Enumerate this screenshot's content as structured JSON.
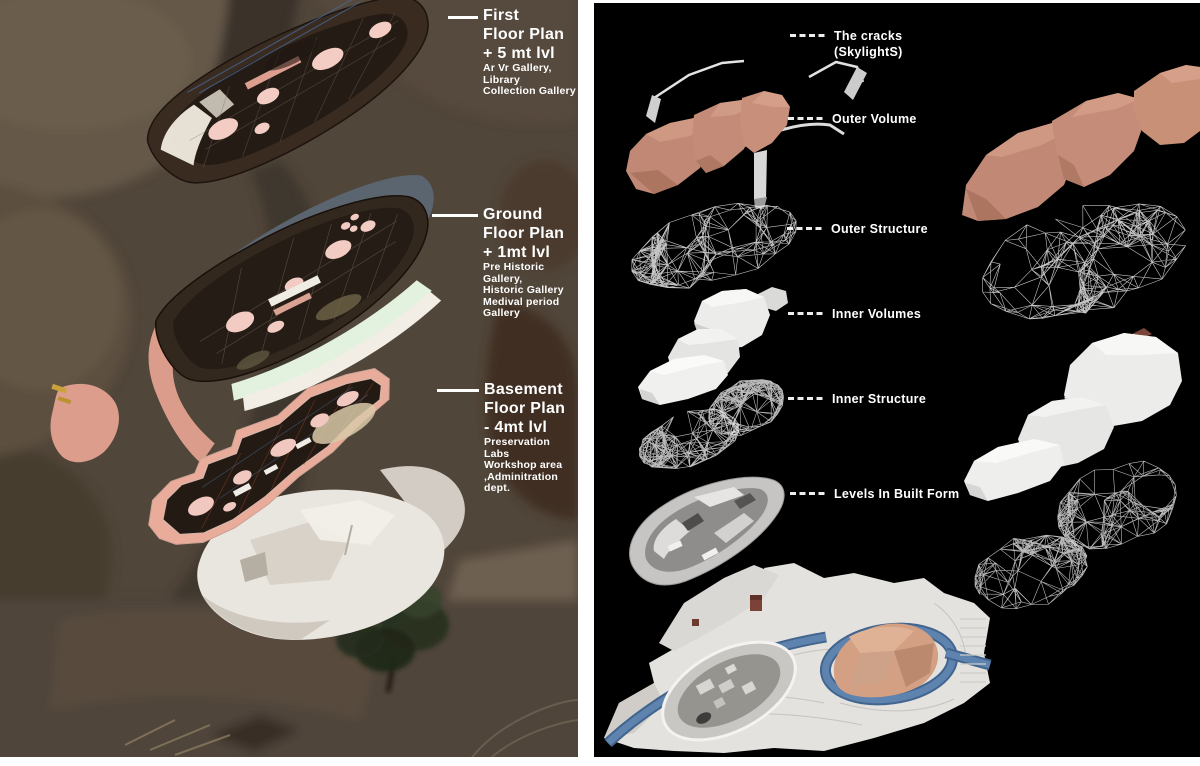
{
  "left_panel": {
    "plans": [
      {
        "title": [
          "First",
          "Floor Plan",
          "+ 5 mt lvl"
        ],
        "details": [
          "Ar Vr Gallery,",
          "Library",
          "Collection Gallery"
        ]
      },
      {
        "title": [
          "Ground",
          "Floor Plan",
          "+ 1mt lvl"
        ],
        "details": [
          "Pre Historic Gallery,",
          "Historic Gallery",
          "Medival period",
          "Gallery"
        ]
      },
      {
        "title": [
          "Basement",
          "Floor Plan",
          "- 4mt lvl"
        ],
        "details": [
          "Preservation Labs",
          "Workshop area",
          ",Adminitration dept."
        ]
      }
    ]
  },
  "right_panel": {
    "layers": [
      {
        "label_lines": [
          "The cracks",
          "(SkylightS)"
        ]
      },
      {
        "label_lines": [
          "Outer Volume"
        ]
      },
      {
        "label_lines": [
          "Outer Structure"
        ]
      },
      {
        "label_lines": [
          "Inner Volumes"
        ]
      },
      {
        "label_lines": [
          "Inner Structure"
        ]
      },
      {
        "label_lines": [
          "Levels In Built Form"
        ]
      }
    ]
  },
  "palette": {
    "right_background": "#000000",
    "outer_volume_salmon": "#c48c78",
    "wireframe_white": "#e8e8e8",
    "inner_volume_white": "#ececea",
    "built_form_gray": "#c6c5c3",
    "river_blue": "#5d83ae",
    "site_rock_tan": "#d4a084",
    "plan_outline_salmon": "#e0a091",
    "label_text": "#ffffff"
  }
}
